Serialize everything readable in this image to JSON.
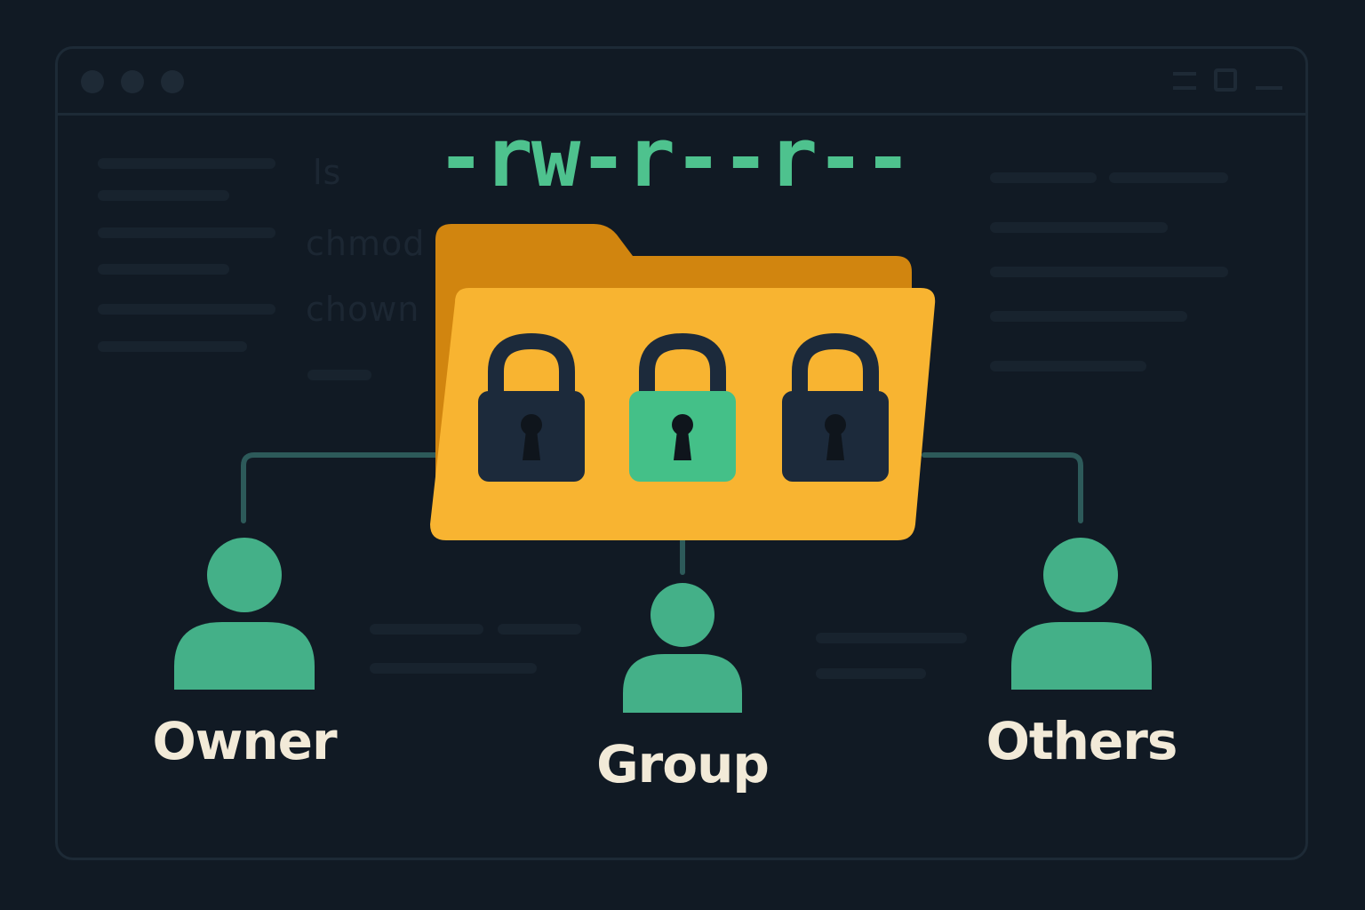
{
  "permission_string": "-rw-r--r--",
  "background_commands": [
    "ls",
    "chmod",
    "chown"
  ],
  "roles": {
    "owner": "Owner",
    "group": "Group",
    "others": "Others"
  },
  "locks": [
    {
      "role": "owner",
      "state": "locked"
    },
    {
      "role": "group",
      "state": "unlocked"
    },
    {
      "role": "others",
      "state": "locked"
    }
  ],
  "colors": {
    "background": "#111a24",
    "accent_green": "#4ec28e",
    "folder_front": "#f8b431",
    "folder_back": "#d1850f",
    "lock_dark": "#1c2a3b",
    "lock_green": "#44c088",
    "label_text": "#f2ead8",
    "connector": "#2d5a5a"
  },
  "icons": {
    "folder": "folder-icon",
    "lock": "padlock-icon",
    "user": "user-icon"
  }
}
